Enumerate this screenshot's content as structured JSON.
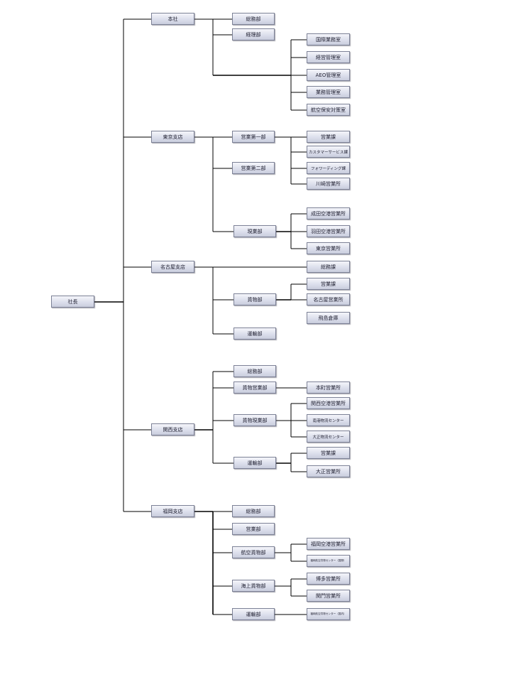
{
  "org": {
    "president": "社長",
    "honsha": {
      "name": "本社",
      "soumu": "総務部",
      "keiri": "経理部",
      "kokusai": "国際業務室",
      "keiei": "経営管理室",
      "aeo": "AEO管理室",
      "gyomu": "業務管理室",
      "koku_hoan": "航空保安対策室"
    },
    "tokyo": {
      "name": "東京支店",
      "eigyo1": "営業第一部",
      "eigyo2": "営業第二部",
      "genba": "現業部",
      "eigyoka": "営業課",
      "customer": "カスタマーサービス課",
      "forwarding": "フォワーディング課",
      "kawasaki": "川崎営業所",
      "narita": "成田空港営業所",
      "haneda": "羽田空港営業所",
      "tokyo_eigyo": "東京営業所"
    },
    "nagoya": {
      "name": "名古屋支店",
      "soumuka": "総務課",
      "kamotsu": "貨物部",
      "unyu": "運輸部",
      "eigyoka": "営業課",
      "nagoya_eigyo": "名古屋営業所",
      "tobishima": "飛島倉庫"
    },
    "kansai": {
      "name": "関西支店",
      "soumu": "総務部",
      "kamotsu_eigyo": "貨物営業部",
      "kamotsu_genba": "貨物現業部",
      "unyu": "運輸部",
      "honmachi": "本町営業所",
      "kix": "関西空港営業所",
      "nanko": "南港物流センター",
      "taisho_center": "大正物流センター",
      "eigyoka": "営業課",
      "taisho_eigyo": "大正営業所"
    },
    "fukuoka": {
      "name": "福岡支店",
      "soumu": "総務部",
      "eigyo": "営業部",
      "koku_kamotsu": "航空貨物部",
      "kaijo_kamotsu": "海上貨物部",
      "unyu": "運輸部",
      "fukuoka_airport": "福岡空港営業所",
      "center_a": "福岡航空貨物センター（国際）",
      "hakata": "博多営業所",
      "moji": "関門営業所",
      "center_b": "福岡航空貨物センター（国内）"
    }
  }
}
